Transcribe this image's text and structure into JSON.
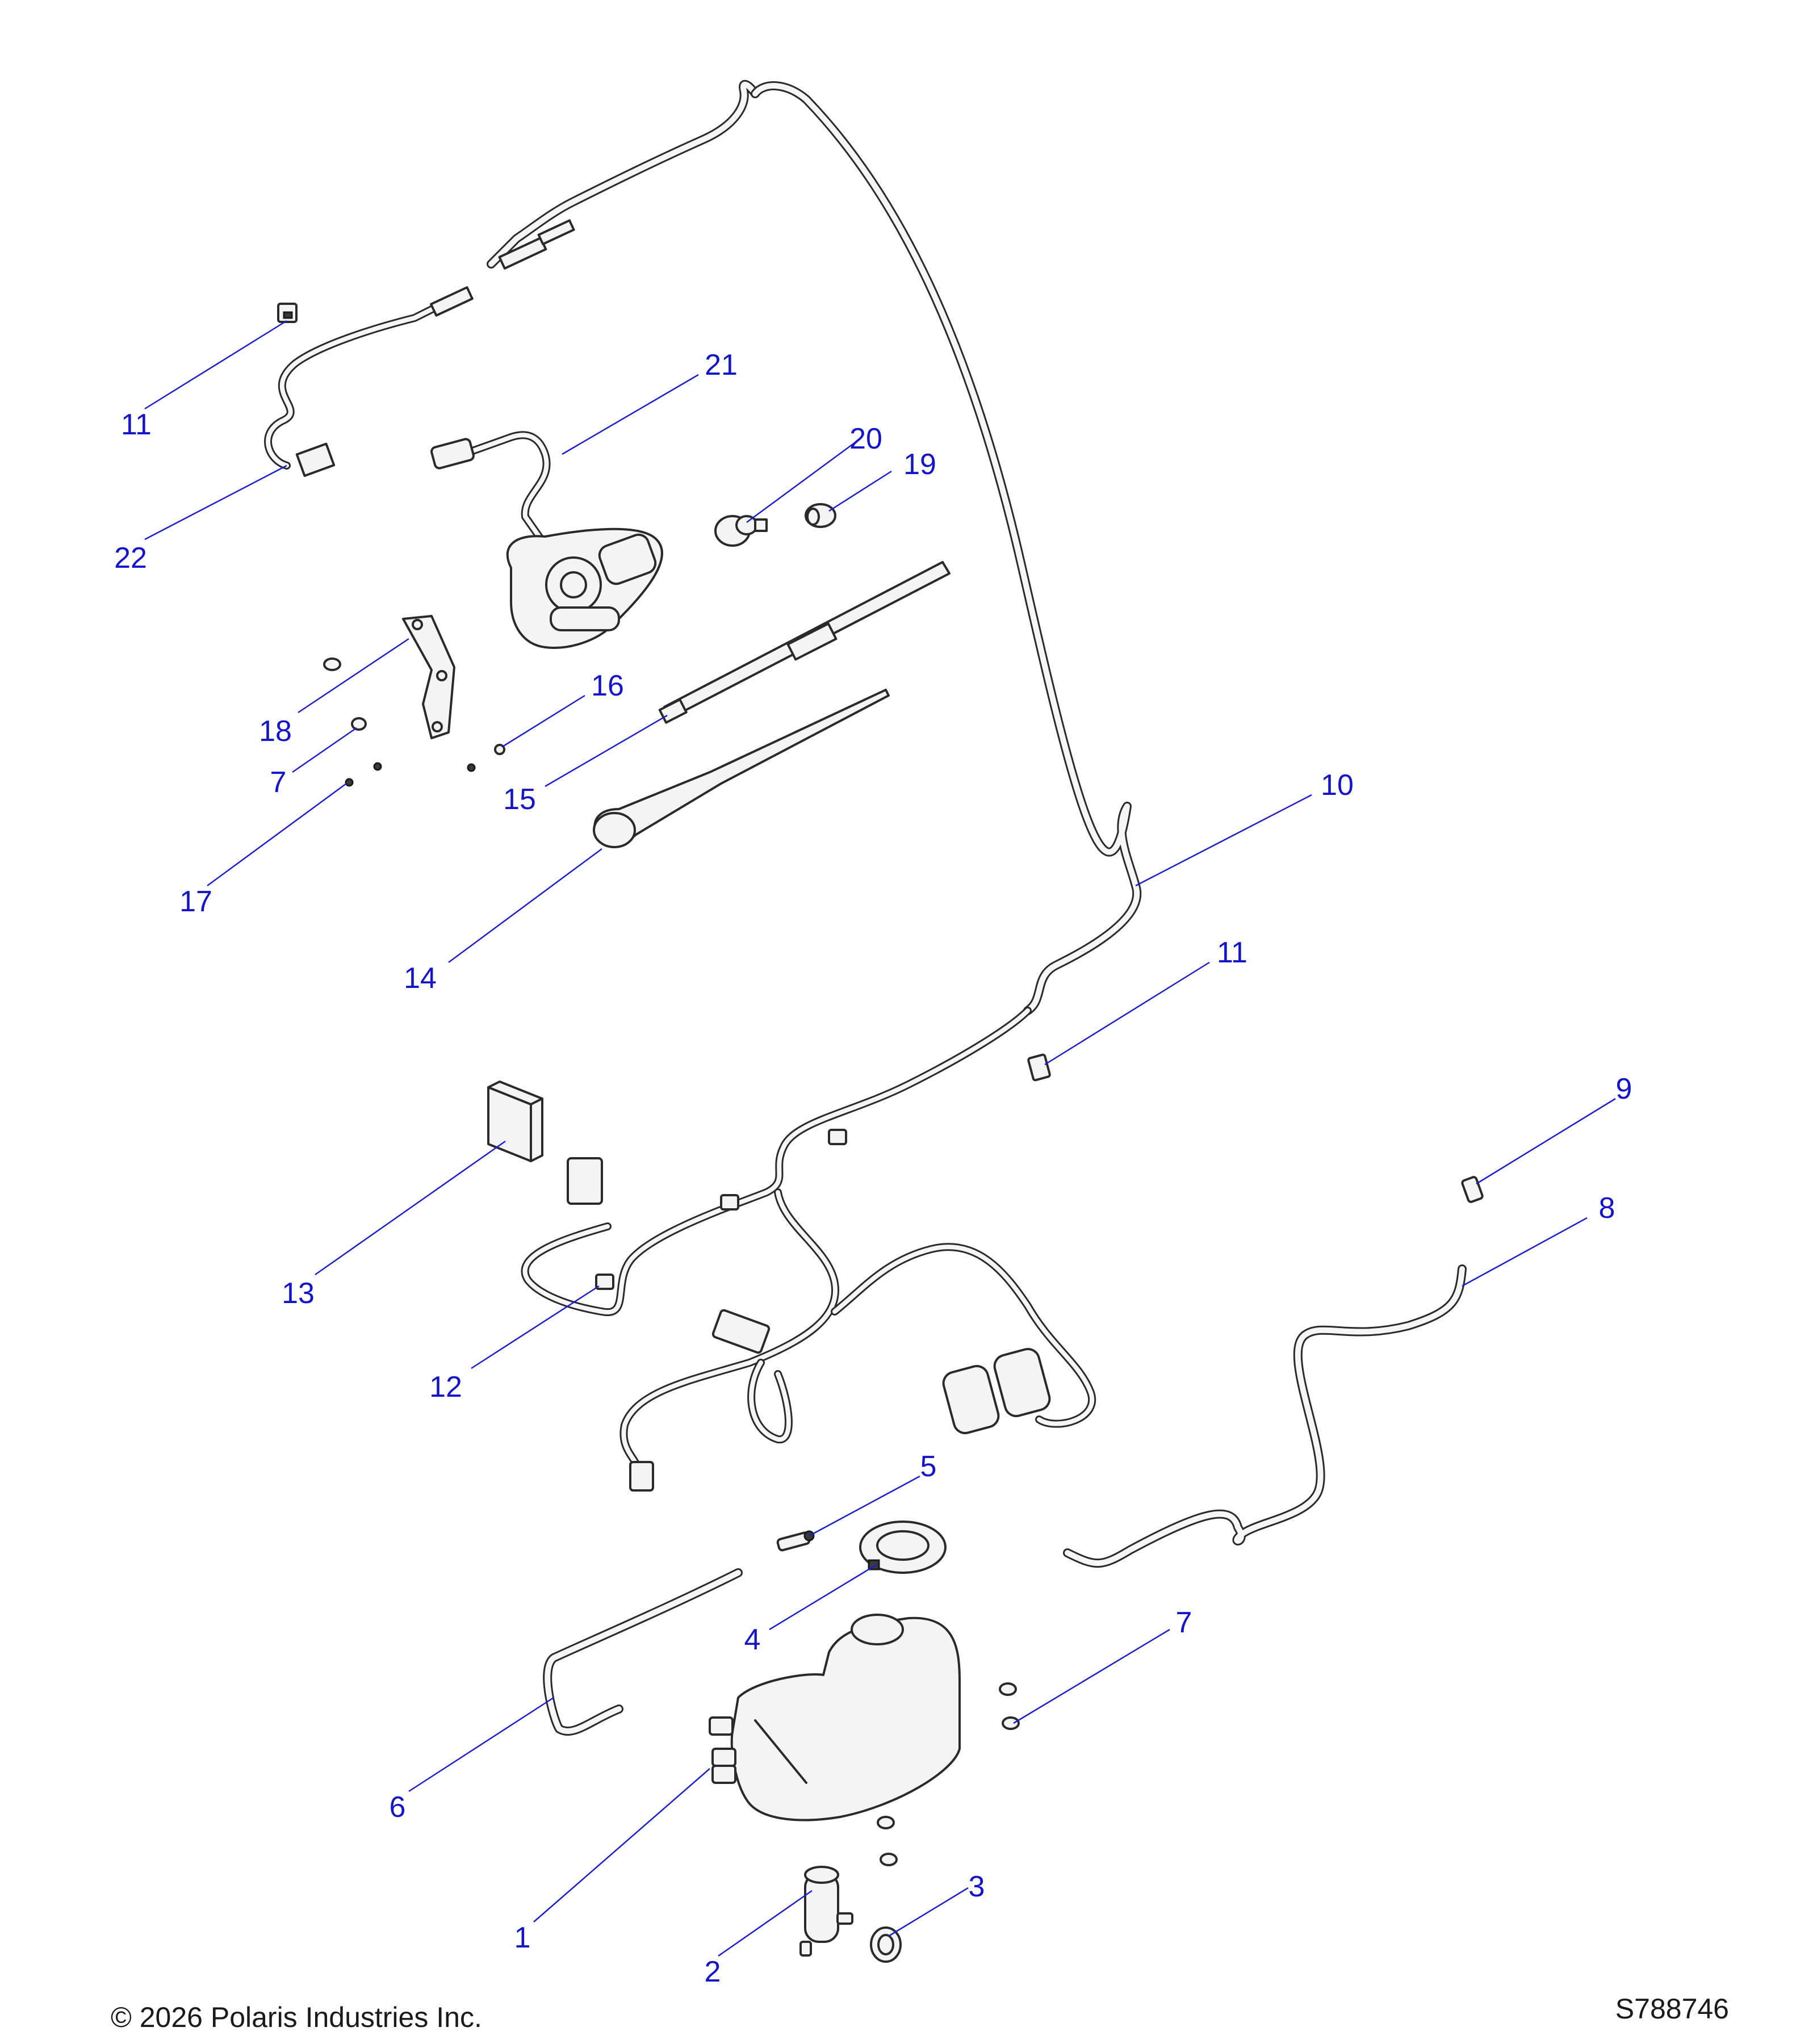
{
  "callouts": [
    {
      "id": "c1",
      "label": "1"
    },
    {
      "id": "c2",
      "label": "2"
    },
    {
      "id": "c3",
      "label": "3"
    },
    {
      "id": "c4",
      "label": "4"
    },
    {
      "id": "c5",
      "label": "5"
    },
    {
      "id": "c6",
      "label": "6"
    },
    {
      "id": "c7a",
      "label": "7"
    },
    {
      "id": "c7b",
      "label": "7"
    },
    {
      "id": "c8",
      "label": "8"
    },
    {
      "id": "c9",
      "label": "9"
    },
    {
      "id": "c10",
      "label": "10"
    },
    {
      "id": "c11a",
      "label": "11"
    },
    {
      "id": "c11b",
      "label": "11"
    },
    {
      "id": "c12",
      "label": "12"
    },
    {
      "id": "c13",
      "label": "13"
    },
    {
      "id": "c14",
      "label": "14"
    },
    {
      "id": "c15",
      "label": "15"
    },
    {
      "id": "c16",
      "label": "16"
    },
    {
      "id": "c17",
      "label": "17"
    },
    {
      "id": "c18",
      "label": "18"
    },
    {
      "id": "c19",
      "label": "19"
    },
    {
      "id": "c20",
      "label": "20"
    },
    {
      "id": "c21",
      "label": "21"
    },
    {
      "id": "c22",
      "label": "22"
    }
  ],
  "footer": {
    "copyright": "© 2026 Polaris Industries Inc.",
    "diagram_id": "S788746"
  },
  "colors": {
    "callout": "#1414c8",
    "leader": "#1e1ec8",
    "part_outline": "#2a2a2a"
  }
}
